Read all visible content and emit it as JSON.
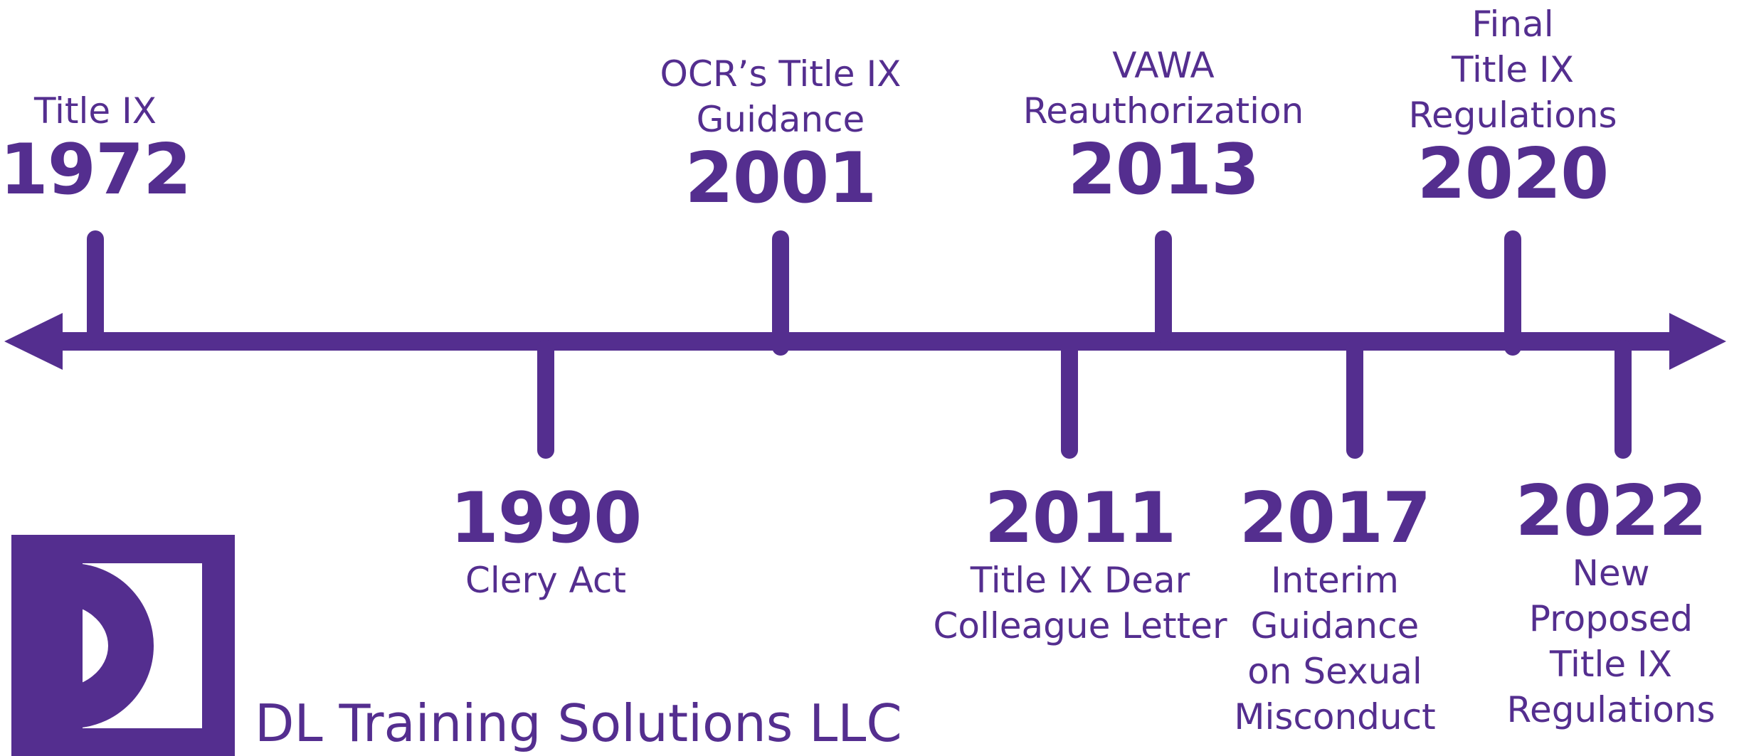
{
  "colors": {
    "primary": "#542e8f",
    "background": "#ffffff"
  },
  "timeline": {
    "events": [
      {
        "year": "1972",
        "label": "Title IX"
      },
      {
        "year": "1990",
        "label": "Clery Act"
      },
      {
        "year": "2001",
        "label": "OCR’s Title IX\nGuidance"
      },
      {
        "year": "2011",
        "label": "Title IX Dear\nColleague Letter"
      },
      {
        "year": "2013",
        "label": "VAWA\nReauthorization"
      },
      {
        "year": "2017",
        "label": "Interim\nGuidance\non Sexual\nMisconduct"
      },
      {
        "year": "2020",
        "label": "Final\nTitle IX\nRegulations"
      },
      {
        "year": "2022",
        "label": "New Proposed\nTitle IX\nRegulations"
      }
    ]
  },
  "logo": {
    "company_name": "DL Training Solutions LLC",
    "icon": "dl-monogram-icon"
  }
}
